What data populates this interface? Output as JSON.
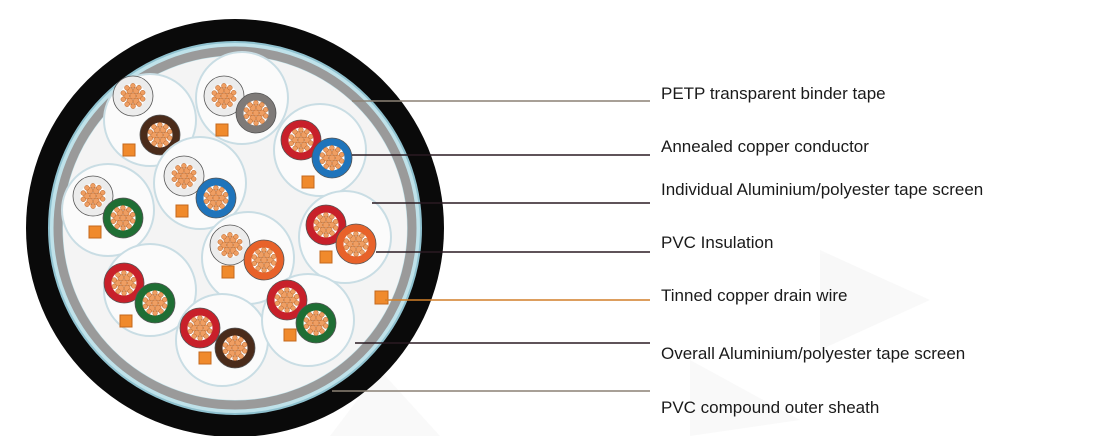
{
  "callouts": [
    {
      "label": "PETP transparent binder tape",
      "line_color": "#8b8175"
    },
    {
      "label": "Annealed copper conductor",
      "line_color": "#2a1a22"
    },
    {
      "label": "Individual Aluminium/polyester tape screen",
      "line_color": "#2a1a22"
    },
    {
      "label": "PVC Insulation",
      "line_color": "#2a1a22"
    },
    {
      "label": "Tinned copper drain wire",
      "line_color": "#d27f28"
    },
    {
      "label": "Overall Aluminium/polyester tape screen",
      "line_color": "#2a1a22"
    },
    {
      "label": "PVC compound outer sheath",
      "line_color": "#8b8175"
    }
  ],
  "cable": {
    "sheath_color": "#0a0a0a",
    "binder_tape_color": "#bfe2ea",
    "overall_screen_color": "#9a9a9a",
    "core_fill_color": "#f4f4f4",
    "pair_screen_color": "#c9dde4",
    "copper_color": "#ef9e62",
    "drain_wire_color": "#f08a2c",
    "insulation_colors": {
      "white": "#ececec",
      "brown": "#4a2b1a",
      "grey": "#7e7a78",
      "red": "#c8202a",
      "blue": "#1f74bb",
      "green": "#1f6e34",
      "orange": "#e8622a"
    },
    "pairs": [
      {
        "a": "white",
        "b": "brown"
      },
      {
        "a": "white",
        "b": "grey"
      },
      {
        "a": "red",
        "b": "blue"
      },
      {
        "a": "white",
        "b": "green"
      },
      {
        "a": "white",
        "b": "blue"
      },
      {
        "a": "red",
        "b": "orange"
      },
      {
        "a": "white",
        "b": "orange"
      },
      {
        "a": "red",
        "b": "green"
      },
      {
        "a": "red",
        "b": "brown"
      },
      {
        "a": "red",
        "b": "green"
      }
    ]
  }
}
